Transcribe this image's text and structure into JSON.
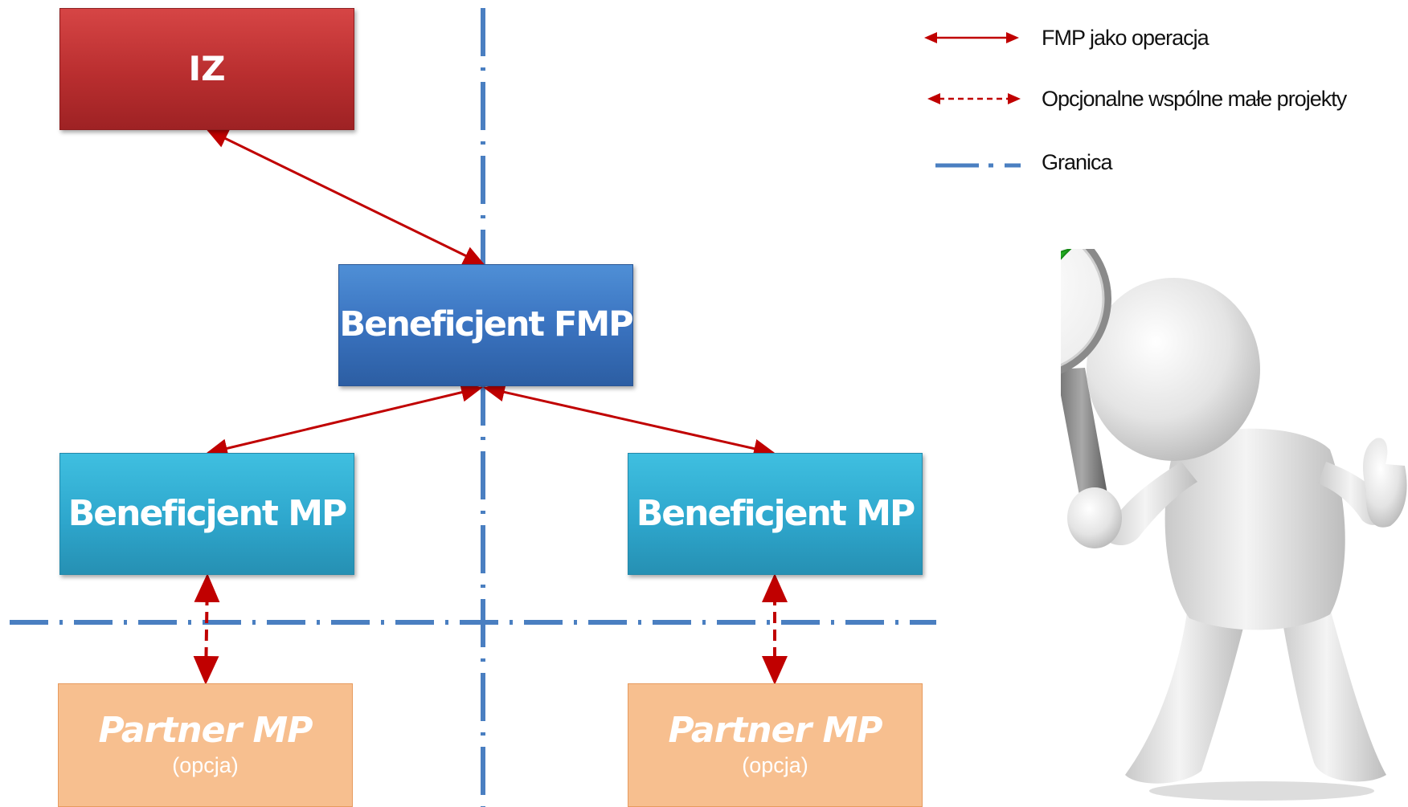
{
  "nodes": {
    "iz": {
      "label": "IZ"
    },
    "fmp": {
      "label": "Beneficjent FMP"
    },
    "mp_left": {
      "label": "Beneficjent MP"
    },
    "mp_right": {
      "label": "Beneficjent MP"
    },
    "partner_left": {
      "label": "Partner MP",
      "sublabel": "(opcja)"
    },
    "partner_right": {
      "label": "Partner MP",
      "sublabel": "(opcja)"
    }
  },
  "legend": {
    "solid_arrow": {
      "label": "FMP jako operacja",
      "icon": "solid-double-arrow-icon"
    },
    "dashed_arrow": {
      "label": "Opcjonalne wspólne małe projekty",
      "icon": "dashed-double-arrow-icon"
    },
    "border_line": {
      "label": "Granica",
      "icon": "dash-dot-line-icon"
    }
  },
  "edges": [
    {
      "from": "iz",
      "to": "fmp",
      "style": "solid"
    },
    {
      "from": "fmp",
      "to": "mp_left",
      "style": "solid"
    },
    {
      "from": "fmp",
      "to": "mp_right",
      "style": "solid"
    },
    {
      "from": "mp_left",
      "to": "partner_left",
      "style": "dashed"
    },
    {
      "from": "mp_right",
      "to": "partner_right",
      "style": "dashed"
    }
  ],
  "colors": {
    "arrow": "#c00000",
    "border_line": "#4a7fc1",
    "iz": "#c0383a",
    "fmp": "#3a73c0",
    "mp": "#2ea7cd",
    "partner": "#f7bf8f",
    "check": "#22aa22"
  },
  "illustration": {
    "icon": "person-with-magnifier-checkmark-icon"
  }
}
